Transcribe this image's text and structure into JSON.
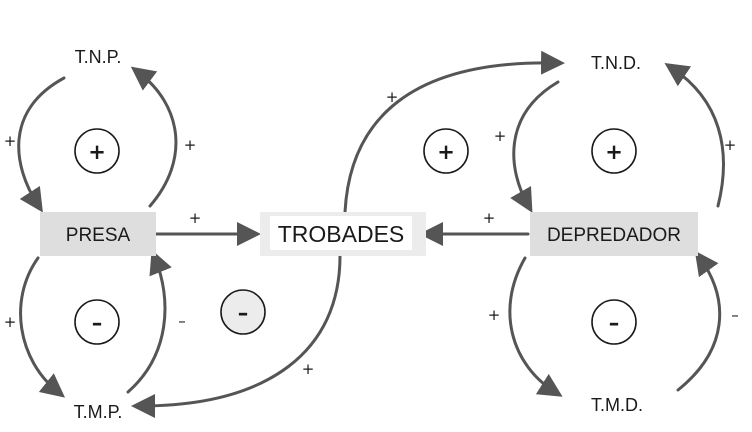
{
  "nodes": {
    "presa": "PRESA",
    "trobades": "TROBADES",
    "depredador": "DEPREDADOR",
    "tnp": "T.N.P.",
    "tmp": "T.M.P.",
    "tnd": "T.N.D.",
    "tmd": "T.M.D."
  },
  "link_signs": {
    "tnp_to_presa": "+",
    "presa_to_tnp": "+",
    "presa_to_tmp": "+",
    "tmp_to_presa": "–",
    "presa_to_trobades": "+",
    "trobades_to_tnd": "+",
    "trobades_to_tmp": "+",
    "tnd_to_depredador": "+",
    "depredador_to_tnd": "+",
    "depredador_to_trobades": "+",
    "depredador_to_tmd": "+",
    "tmd_to_depredador": "–"
  },
  "loop_polarities": {
    "prey_birth_loop": "+",
    "prey_death_loop": "–",
    "central_loop": "–",
    "predator_encounter_loop": "+",
    "predator_birth_loop": "+",
    "predator_death_loop": "–"
  },
  "colors": {
    "arrow": "#555555",
    "node_fill": "#dedede",
    "text": "#1a1a1a"
  }
}
